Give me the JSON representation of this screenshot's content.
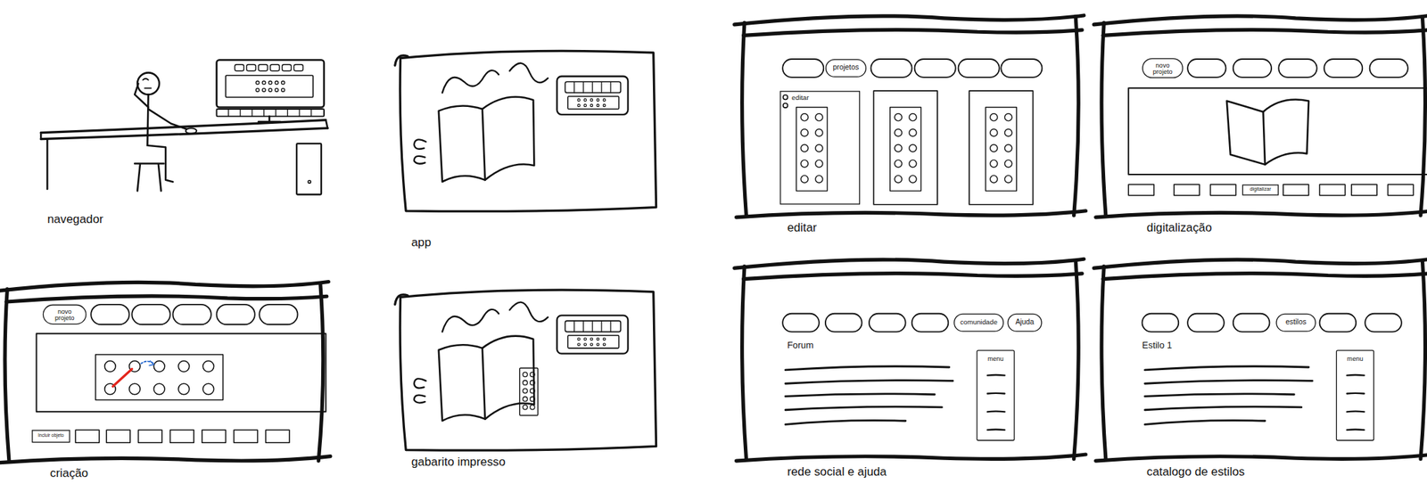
{
  "diagram": {
    "nodes": [
      {
        "text": [
          "editar"
        ]
      },
      {
        "text": [
          "projetos"
        ],
        "in": 0
      },
      {
        "text": [
          "editar"
        ],
        "in": 0
      },
      {
        "text": [
          "digitalização"
        ]
      },
      {
        "text": [
          "novo projeto"
        ],
        "in": 3
      },
      {
        "text": [
          "digitalizar"
        ],
        "in": 3
      },
      {
        "text": [
          "criação"
        ]
      },
      {
        "text": [
          "novo projeto"
        ],
        "in": 6
      },
      {
        "text": [
          "Incluir objeto"
        ],
        "in": 6
      },
      {
        "text": [
          "rede social e ajuda"
        ]
      },
      {
        "text": [
          "comunidade"
        ],
        "in": 9
      },
      {
        "text": [
          "Ajuda"
        ],
        "in": 9
      },
      {
        "text": [
          "menu"
        ],
        "in": 9
      },
      {
        "text": [
          "catalogo de estilos"
        ]
      },
      {
        "text": [
          "estilos"
        ],
        "in": 13
      },
      {
        "text": [
          "menu"
        ],
        "in": 13
      }
    ],
    "labels": [
      "navegador",
      "app",
      "gabarito impresso",
      "Forum",
      "Estilo 1"
    ]
  }
}
